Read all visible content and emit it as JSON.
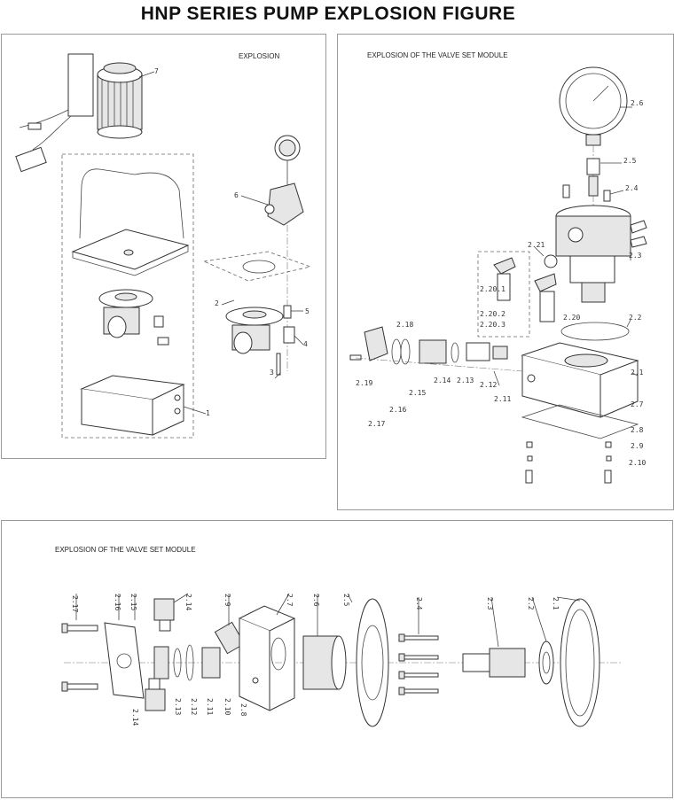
{
  "title": "HNP SERIES  PUMP EXPLOSION FIGURE",
  "panels": {
    "explosion": {
      "title": "EXPLOSION",
      "labels": [
        "7",
        "6",
        "5",
        "4",
        "3",
        "2",
        "1"
      ]
    },
    "valve_module_top": {
      "title": "EXPLOSION OF THE VALVE SET MODULE",
      "labels": [
        "2.6",
        "2.5",
        "2.4",
        "2.21",
        "2.3",
        "2.20.1",
        "2.20.2",
        "2.20.3",
        "2.20",
        "2.2",
        "2.18",
        "2.19",
        "2.16",
        "2.17",
        "2.15",
        "2.14",
        "2.13",
        "2.12",
        "2.11",
        "2.1",
        "2.7",
        "2.8",
        "2.9",
        "2.10"
      ]
    },
    "valve_module_bottom": {
      "title": "EXPLOSION OF THE VALVE SET MODULE",
      "labels": [
        "2.17",
        "2.16",
        "2.15",
        "2.14",
        "2.9",
        "2.7",
        "2.6",
        "2.5",
        "2.4",
        "2.3",
        "2.2",
        "2.1",
        "2.14",
        "2.13",
        "2.12",
        "2.11",
        "2.10",
        "2.8"
      ]
    }
  }
}
